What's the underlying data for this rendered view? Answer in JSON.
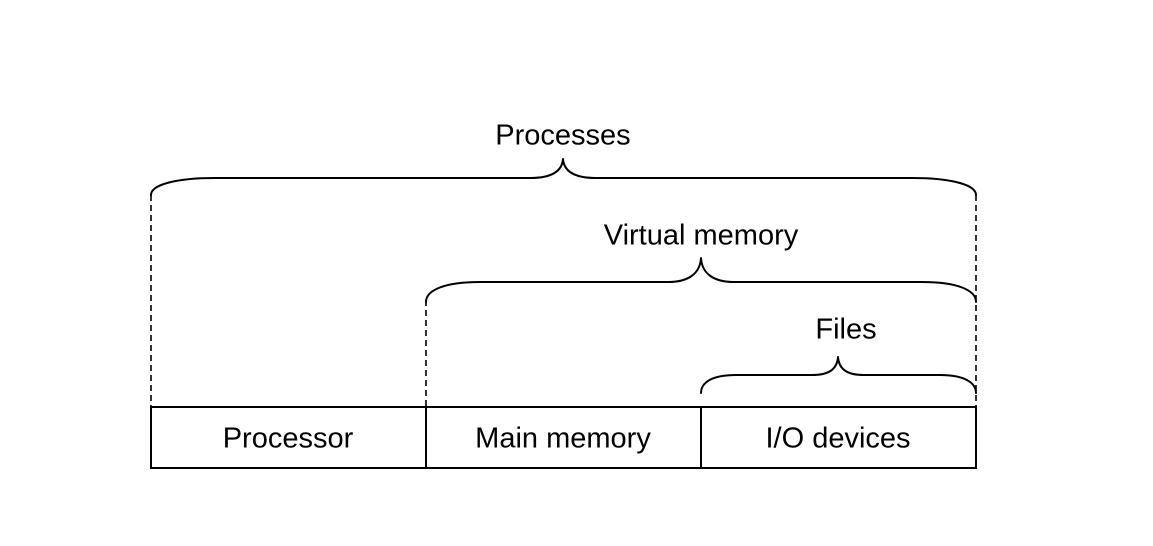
{
  "components": [
    {
      "label": "Processor"
    },
    {
      "label": "Main memory"
    },
    {
      "label": "I/O devices"
    }
  ],
  "abstractions": [
    {
      "label": "Processes"
    },
    {
      "label": "Virtual memory"
    },
    {
      "label": "Files"
    }
  ]
}
